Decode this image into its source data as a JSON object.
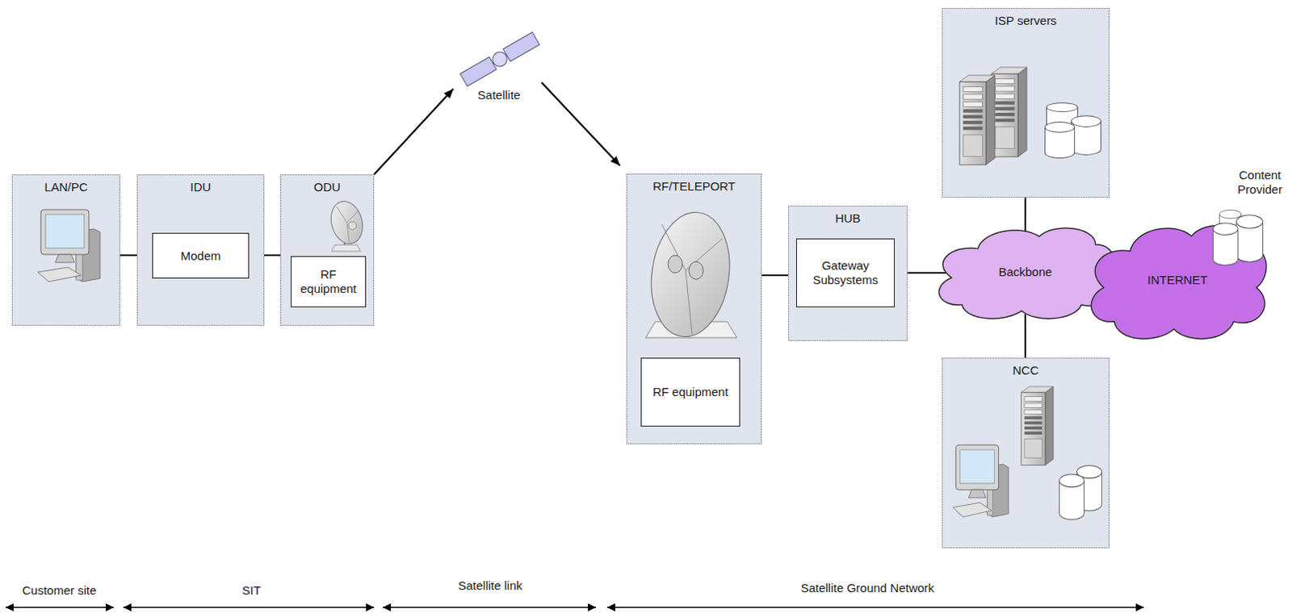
{
  "diagram": {
    "nodes": [
      {
        "text": [
          "LAN/PC"
        ]
      },
      {
        "text": [
          "IDU"
        ]
      },
      {
        "text": [
          "Modem"
        ],
        "in": 1
      },
      {
        "text": [
          "ODU"
        ]
      },
      {
        "text": [
          "RF equipment"
        ],
        "in": 3
      },
      {
        "text": [
          "Satellite"
        ]
      },
      {
        "text": [
          "RF/TELEPORT"
        ]
      },
      {
        "text": [
          "RF equipment"
        ],
        "in": 6
      },
      {
        "text": [
          "HUB"
        ]
      },
      {
        "text": [
          "Gateway Subsystems"
        ],
        "in": 8
      },
      {
        "text": [
          "ISP servers"
        ]
      },
      {
        "text": [
          "Backbone"
        ]
      },
      {
        "text": [
          "INTERNET"
        ]
      },
      {
        "text": [
          "NCC"
        ]
      }
    ],
    "edges": [
      {
        "from": 0,
        "to": 1,
        "arrow": "none"
      },
      {
        "from": 1,
        "to": 3,
        "arrow": "none"
      },
      {
        "from": 3,
        "to": 5,
        "arrow": "to"
      },
      {
        "from": 5,
        "to": 6,
        "arrow": "to"
      },
      {
        "from": 6,
        "to": 8,
        "arrow": "none"
      },
      {
        "from": 8,
        "to": 11,
        "arrow": "none"
      },
      {
        "from": 10,
        "to": 11,
        "arrow": "none"
      },
      {
        "from": 11,
        "to": 13,
        "arrow": "none"
      }
    ],
    "labels": [
      "Content Provider",
      "Customer site",
      "SIT",
      "Satellite link",
      "Satellite Ground Network"
    ]
  }
}
